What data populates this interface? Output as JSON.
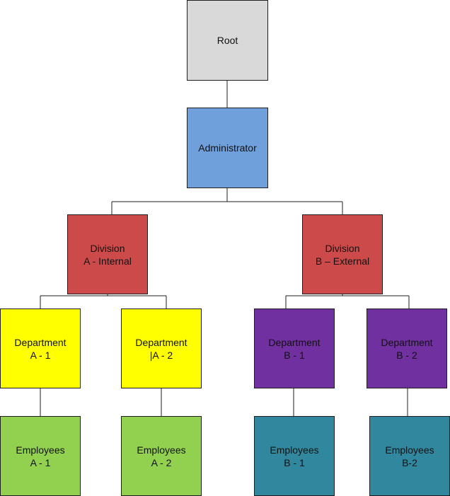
{
  "colors": {
    "root": "#d9d9d9",
    "administrator": "#6fa0dc",
    "division": "#cc4b4a",
    "department_a": "#ffff00",
    "department_b": "#7030a0",
    "employees_a": "#92d050",
    "employees_b": "#31889e",
    "connector": "#1f1f1f"
  },
  "nodes": {
    "root": {
      "label": "Root"
    },
    "administrator": {
      "label": "Administrator"
    },
    "division_a": {
      "label": "Division\nA - Internal"
    },
    "division_b": {
      "label": "Division\nB – External"
    },
    "department_a1": {
      "label": "Department\nA - 1"
    },
    "department_a2": {
      "label": "Department\n|A - 2"
    },
    "department_b1": {
      "label": "Department\nB - 1"
    },
    "department_b2": {
      "label": "Department\nB - 2"
    },
    "employees_a1": {
      "label": "Employees\nA - 1"
    },
    "employees_a2": {
      "label": "Employees\nA - 2"
    },
    "employees_b1": {
      "label": "Employees\nB - 1"
    },
    "employees_b2": {
      "label": "Employees\nB-2"
    }
  }
}
